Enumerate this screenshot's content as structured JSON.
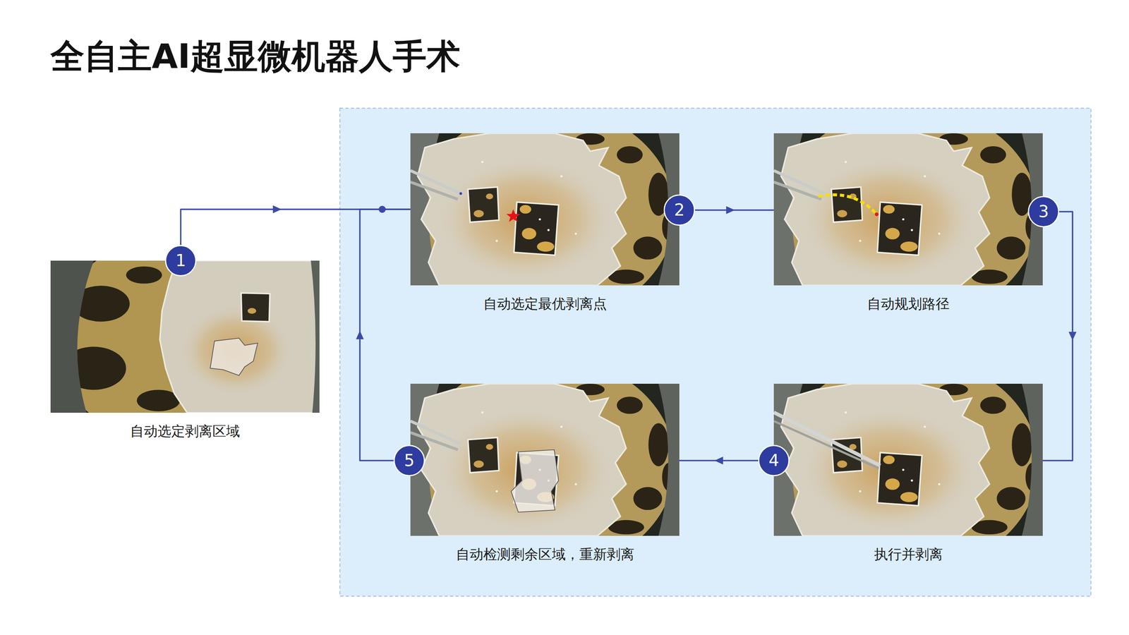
{
  "diagram": {
    "title": "全自主AI超显微机器人手术",
    "nodes": [
      {
        "text": [
          "自动选定剥离区域"
        ]
      },
      {
        "text": [
          "1"
        ],
        "in": 0
      },
      {
        "text": [
          "自动选定最优剥离点"
        ]
      },
      {
        "text": [
          "2"
        ],
        "in": 2
      },
      {
        "text": [
          "自动规划路径"
        ]
      },
      {
        "text": [
          "3"
        ],
        "in": 4
      },
      {
        "text": [
          "执行并剥离"
        ]
      },
      {
        "text": [
          "4"
        ],
        "in": 6
      },
      {
        "text": [
          "自动检测剩余区域，重新剥离"
        ]
      },
      {
        "text": [
          "5"
        ],
        "in": 8
      }
    ],
    "edges": [
      {
        "from": 1,
        "to": 2,
        "arrow": "to"
      },
      {
        "from": 3,
        "to": 4,
        "arrow": "to"
      },
      {
        "from": 5,
        "to": 6,
        "arrow": "to"
      },
      {
        "from": 7,
        "to": 8,
        "arrow": "to"
      },
      {
        "from": 9,
        "to": 2,
        "arrow": "to"
      }
    ]
  }
}
